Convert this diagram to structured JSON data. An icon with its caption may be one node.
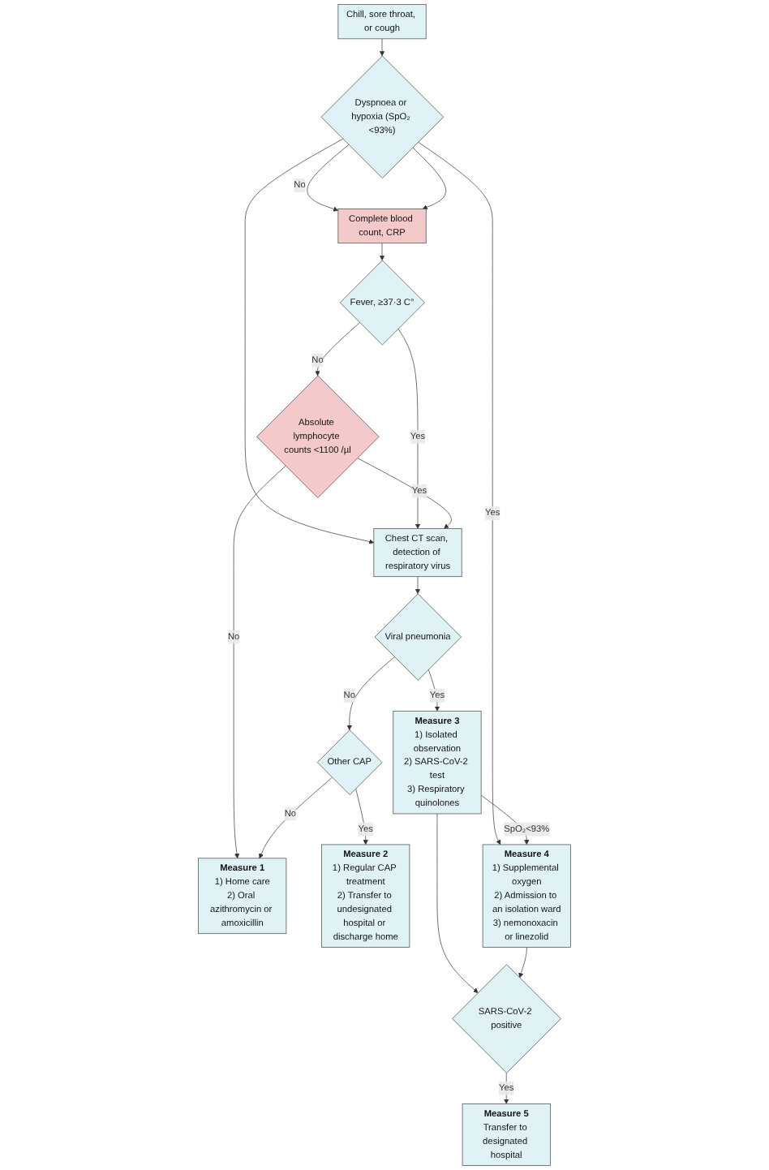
{
  "diagram": {
    "nodes": [
      {
        "text": [
          "Chill, sore throat, or cough"
        ]
      },
      {
        "text": [
          "Dyspnoea or hypoxia (SpO₂ <93%)"
        ]
      },
      {
        "text": [
          "Complete blood count, CRP"
        ]
      },
      {
        "text": [
          "Fever, ≥37·3 C°"
        ]
      },
      {
        "text": [
          "Absolute lymphocyte counts <1100 /µl"
        ]
      },
      {
        "text": [
          "Chest CT scan, detection of respiratory virus"
        ]
      },
      {
        "text": [
          "Viral pneumonia"
        ]
      },
      {
        "text": [
          "Other CAP"
        ]
      },
      {
        "text": [
          "Measure 1",
          "1) Home care",
          "2) Oral azithromycin or amoxicillin"
        ]
      },
      {
        "text": [
          "Measure 2",
          "1) Regular CAP treatment",
          "2) Transfer to undesignated hospital or discharge home"
        ]
      },
      {
        "text": [
          "Measure 3",
          "1) Isolated observation",
          "2) SARS-CoV-2 test",
          "3) Respiratory quinolones"
        ]
      },
      {
        "text": [
          "Measure 4",
          "1) Supplemental oxygen",
          "2) Admission to an isolation ward",
          "3) nemonoxacin or linezolid"
        ]
      },
      {
        "text": [
          "SARS-CoV-2 positive"
        ]
      },
      {
        "text": [
          "Measure 5",
          "Transfer to designated hospital"
        ]
      }
    ],
    "edges": [
      {
        "from": 0,
        "to": 1,
        "arrow": "to"
      },
      {
        "from": 1,
        "to": 2,
        "arrow": "to",
        "label": "No"
      },
      {
        "from": 1,
        "to": 11,
        "arrow": "to",
        "label": "Yes"
      },
      {
        "from": 1,
        "to": 2,
        "arrow": "to"
      },
      {
        "from": 1,
        "to": 5,
        "arrow": "to"
      },
      {
        "from": 2,
        "to": 3,
        "arrow": "to"
      },
      {
        "from": 3,
        "to": 4,
        "arrow": "to",
        "label": "No"
      },
      {
        "from": 3,
        "to": 5,
        "arrow": "to",
        "label": "Yes"
      },
      {
        "from": 4,
        "to": 8,
        "arrow": "to",
        "label": "No"
      },
      {
        "from": 4,
        "to": 5,
        "arrow": "to",
        "label": "Yes"
      },
      {
        "from": 5,
        "to": 6,
        "arrow": "to"
      },
      {
        "from": 6,
        "to": 7,
        "arrow": "to",
        "label": "No"
      },
      {
        "from": 6,
        "to": 10,
        "arrow": "to",
        "label": "Yes"
      },
      {
        "from": 7,
        "to": 8,
        "arrow": "to",
        "label": "No"
      },
      {
        "from": 7,
        "to": 9,
        "arrow": "to",
        "label": "Yes"
      },
      {
        "from": 10,
        "to": 11,
        "arrow": "to",
        "label": "SpO₂<93%"
      },
      {
        "from": 10,
        "to": 12,
        "arrow": "to"
      },
      {
        "from": 11,
        "to": 12,
        "arrow": "to"
      },
      {
        "from": 12,
        "to": 13,
        "arrow": "to",
        "label": "Yes"
      }
    ]
  }
}
